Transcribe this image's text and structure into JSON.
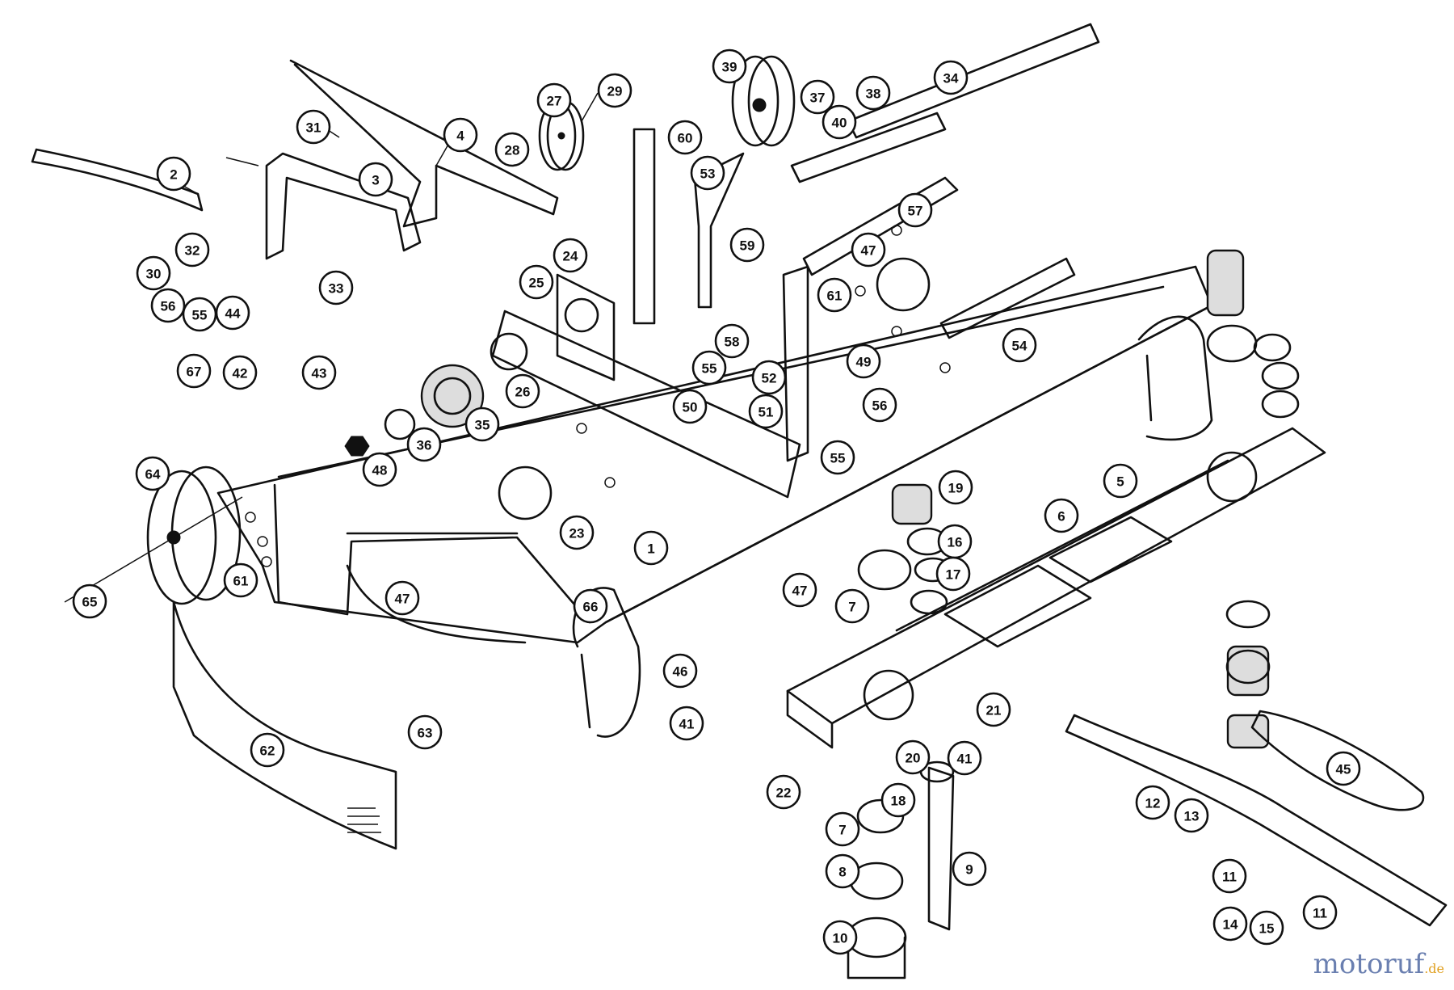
{
  "diagram": {
    "callouts": [
      {
        "id": "c-1",
        "label": "1"
      },
      {
        "id": "c-2",
        "label": "2"
      },
      {
        "id": "c-3",
        "label": "3"
      },
      {
        "id": "c-4",
        "label": "4"
      },
      {
        "id": "c-5",
        "label": "5"
      },
      {
        "id": "c-6",
        "label": "6"
      },
      {
        "id": "c-7a",
        "label": "7"
      },
      {
        "id": "c-7b",
        "label": "7"
      },
      {
        "id": "c-8",
        "label": "8"
      },
      {
        "id": "c-9",
        "label": "9"
      },
      {
        "id": "c-10",
        "label": "10"
      },
      {
        "id": "c-11a",
        "label": "11"
      },
      {
        "id": "c-11b",
        "label": "11"
      },
      {
        "id": "c-12",
        "label": "12"
      },
      {
        "id": "c-13",
        "label": "13"
      },
      {
        "id": "c-14",
        "label": "14"
      },
      {
        "id": "c-15",
        "label": "15"
      },
      {
        "id": "c-16",
        "label": "16"
      },
      {
        "id": "c-17",
        "label": "17"
      },
      {
        "id": "c-18",
        "label": "18"
      },
      {
        "id": "c-19",
        "label": "19"
      },
      {
        "id": "c-20",
        "label": "20"
      },
      {
        "id": "c-21",
        "label": "21"
      },
      {
        "id": "c-22",
        "label": "22"
      },
      {
        "id": "c-23",
        "label": "23"
      },
      {
        "id": "c-24",
        "label": "24"
      },
      {
        "id": "c-25",
        "label": "25"
      },
      {
        "id": "c-26",
        "label": "26"
      },
      {
        "id": "c-27",
        "label": "27"
      },
      {
        "id": "c-28",
        "label": "28"
      },
      {
        "id": "c-29",
        "label": "29"
      },
      {
        "id": "c-30",
        "label": "30"
      },
      {
        "id": "c-31",
        "label": "31"
      },
      {
        "id": "c-32",
        "label": "32"
      },
      {
        "id": "c-33",
        "label": "33"
      },
      {
        "id": "c-34",
        "label": "34"
      },
      {
        "id": "c-35",
        "label": "35"
      },
      {
        "id": "c-36",
        "label": "36"
      },
      {
        "id": "c-37",
        "label": "37"
      },
      {
        "id": "c-38",
        "label": "38"
      },
      {
        "id": "c-39",
        "label": "39"
      },
      {
        "id": "c-40",
        "label": "40"
      },
      {
        "id": "c-41a",
        "label": "41"
      },
      {
        "id": "c-41b",
        "label": "41"
      },
      {
        "id": "c-42",
        "label": "42"
      },
      {
        "id": "c-43",
        "label": "43"
      },
      {
        "id": "c-44",
        "label": "44"
      },
      {
        "id": "c-45",
        "label": "45"
      },
      {
        "id": "c-46",
        "label": "46"
      },
      {
        "id": "c-47a",
        "label": "47"
      },
      {
        "id": "c-47b",
        "label": "47"
      },
      {
        "id": "c-47c",
        "label": "47"
      },
      {
        "id": "c-48",
        "label": "48"
      },
      {
        "id": "c-49",
        "label": "49"
      },
      {
        "id": "c-50",
        "label": "50"
      },
      {
        "id": "c-51",
        "label": "51"
      },
      {
        "id": "c-52",
        "label": "52"
      },
      {
        "id": "c-53",
        "label": "53"
      },
      {
        "id": "c-54",
        "label": "54"
      },
      {
        "id": "c-55a",
        "label": "55"
      },
      {
        "id": "c-55b",
        "label": "55"
      },
      {
        "id": "c-55c",
        "label": "55"
      },
      {
        "id": "c-56a",
        "label": "56"
      },
      {
        "id": "c-56b",
        "label": "56"
      },
      {
        "id": "c-57",
        "label": "57"
      },
      {
        "id": "c-58",
        "label": "58"
      },
      {
        "id": "c-59",
        "label": "59"
      },
      {
        "id": "c-60",
        "label": "60"
      },
      {
        "id": "c-61a",
        "label": "61"
      },
      {
        "id": "c-61b",
        "label": "61"
      },
      {
        "id": "c-62",
        "label": "62"
      },
      {
        "id": "c-63",
        "label": "63"
      },
      {
        "id": "c-64",
        "label": "64"
      },
      {
        "id": "c-65",
        "label": "65"
      },
      {
        "id": "c-66",
        "label": "66"
      },
      {
        "id": "c-67",
        "label": "67"
      }
    ]
  },
  "watermark": {
    "brand": "motoruf",
    "tld": ".de"
  }
}
